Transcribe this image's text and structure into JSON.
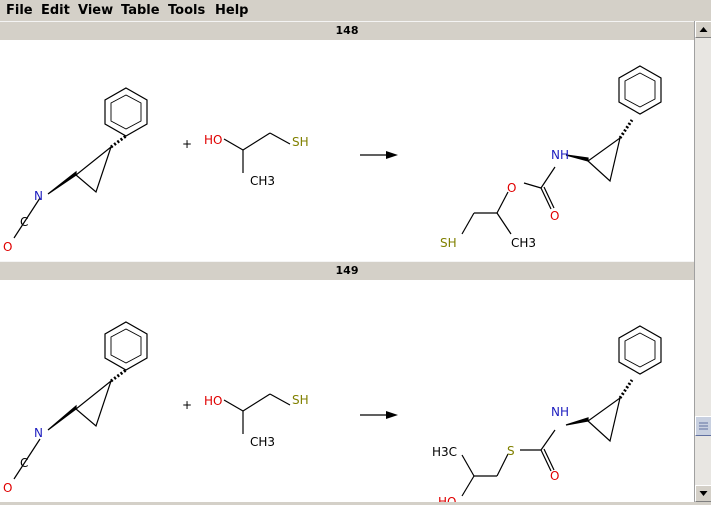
{
  "menu": {
    "file": "File",
    "edit": "Edit",
    "view": "View",
    "table": "Table",
    "tools": "Tools",
    "help": "Help"
  },
  "rows": [
    {
      "number": "148",
      "reactant2": {
        "ho": "HO",
        "sh": "SH",
        "ch3": "CH3"
      },
      "reactant1": {
        "n": "N",
        "c": "C",
        "o": "O"
      },
      "plus": "+",
      "product": {
        "n": "NH",
        "o1": "O",
        "o2": "O",
        "sh": "SH",
        "ch3": "CH3"
      }
    },
    {
      "number": "149",
      "reactant2": {
        "ho": "HO",
        "sh": "SH",
        "ch3": "CH3"
      },
      "reactant1": {
        "n": "N",
        "c": "C",
        "o": "O"
      },
      "plus": "+",
      "product": {
        "n": "NH",
        "s": "S",
        "o": "O",
        "h3c": "H3C",
        "ho": "HO"
      }
    }
  ],
  "colors": {
    "oxygen": "#e00000",
    "nitrogen": "#2020c0",
    "sulfur": "#808000",
    "bond": "#000000"
  }
}
